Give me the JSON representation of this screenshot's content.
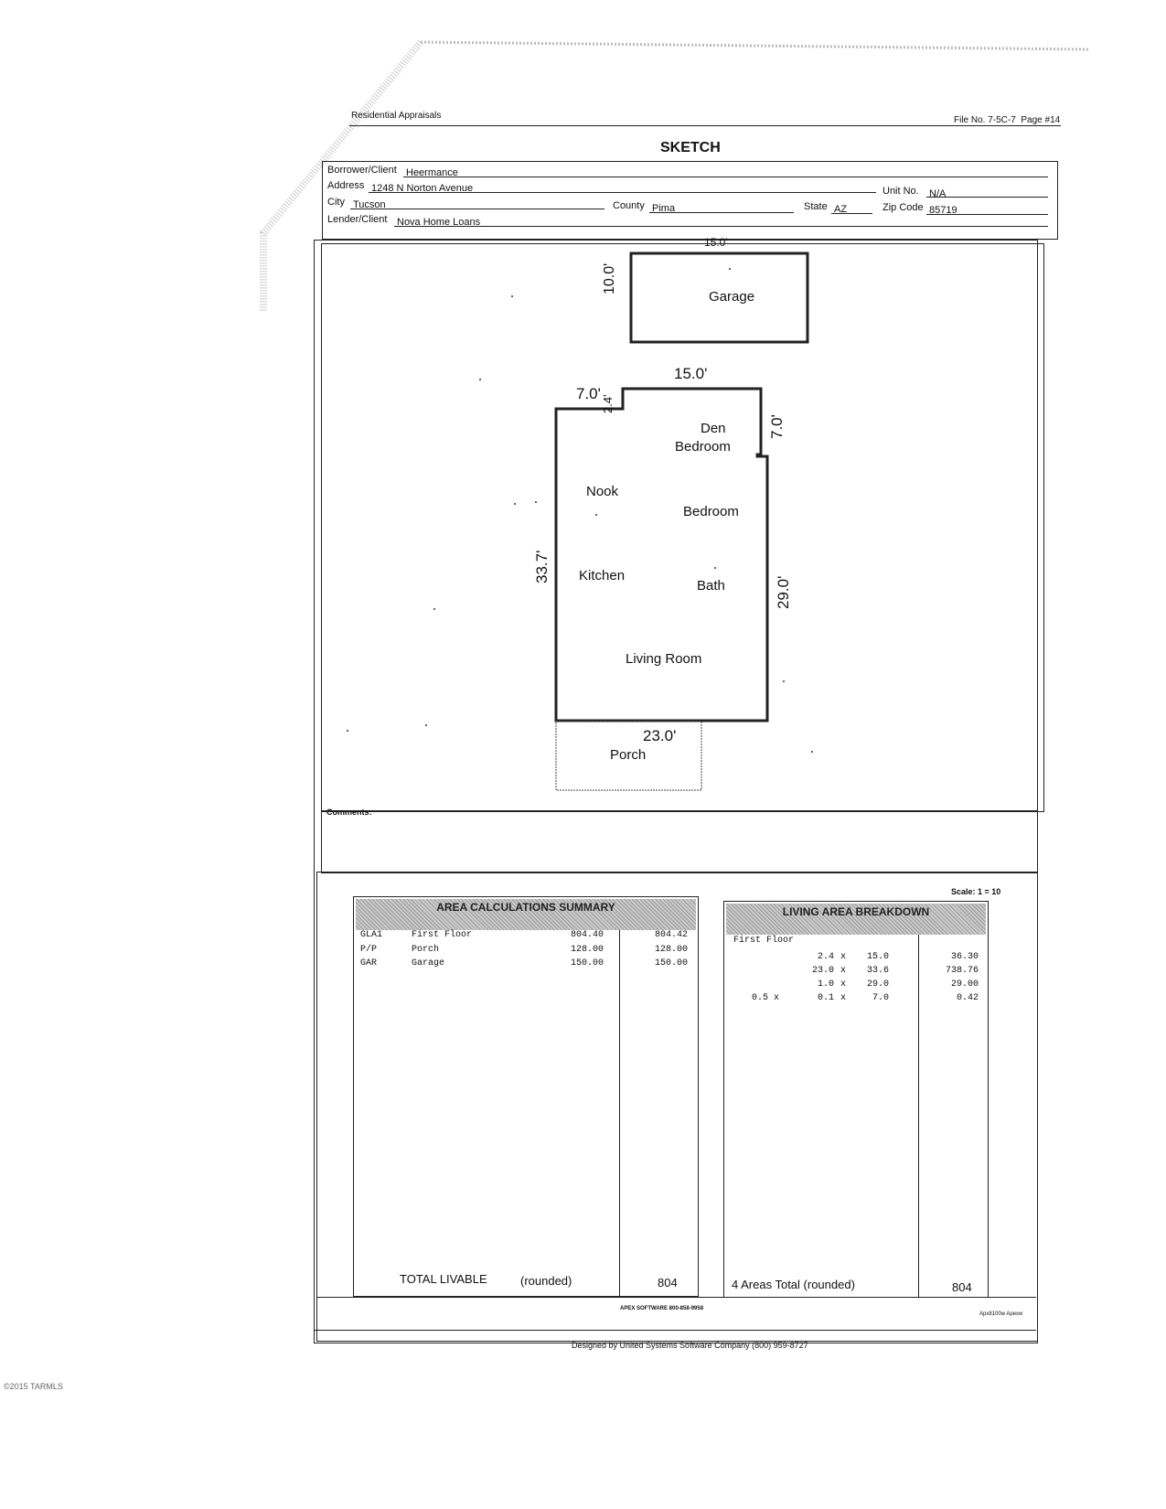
{
  "header": {
    "company": "Residential Appraisals",
    "file_no": "File No. 7-5C-7",
    "page": "Page #14",
    "title": "SKETCH"
  },
  "form": {
    "borrower_label": "Borrower/Client",
    "borrower_value": "Heermance",
    "address_label": "Address",
    "address_value": "1248 N Norton Avenue",
    "unit_label": "Unit No.",
    "unit_value": "N/A",
    "city_label": "City",
    "city_value": "Tucson",
    "county_label": "County",
    "county_value": "Pima",
    "state_label": "State",
    "state_value": "AZ",
    "zip_label": "Zip Code",
    "zip_value": "85719",
    "lender_label": "Lender/Client",
    "lender_value": "Nova Home Loans"
  },
  "sketch": {
    "garage": {
      "label": "Garage",
      "dim_top": "15.0'",
      "dim_side": "10.0'"
    },
    "house": {
      "dim_top": "15.0'",
      "dim_notch_w": "7.0'",
      "dim_notch_h": "2.4'",
      "dim_right_top": "7.0'",
      "dim_left": "33.7'",
      "dim_right": "29.0'",
      "dim_bottom": "23.0'",
      "rooms": {
        "den": "Den",
        "den_bedroom": "Bedroom",
        "nook": "Nook",
        "bedroom": "Bedroom",
        "kitchen": "Kitchen",
        "bath": "Bath",
        "living": "Living Room"
      }
    },
    "porch": {
      "label": "Porch"
    }
  },
  "comments_label": "Comments:",
  "scale": "Scale:  1 = 10",
  "area_summary": {
    "title": "AREA CALCULATIONS SUMMARY",
    "rows": [
      {
        "code": "GLA1",
        "desc": "First Floor",
        "net": "804.40",
        "total": "804.42"
      },
      {
        "code": "P/P",
        "desc": "Porch",
        "net": "128.00",
        "total": "128.00"
      },
      {
        "code": "GAR",
        "desc": "Garage",
        "net": "150.00",
        "total": "150.00"
      }
    ],
    "total_label": "TOTAL LIVABLE",
    "total_rounded": "(rounded)",
    "total_value": "804"
  },
  "living_breakdown": {
    "title": "LIVING AREA BREAKDOWN",
    "section": "First Floor",
    "rows": [
      {
        "a": "",
        "b": "2.4",
        "c": "15.0",
        "val": "36.30"
      },
      {
        "a": "",
        "b": "23.0",
        "c": "33.6",
        "val": "738.76"
      },
      {
        "a": "",
        "b": "1.0",
        "c": "29.0",
        "val": "29.00"
      },
      {
        "a": "0.5 x",
        "b": "0.1",
        "c": "7.0",
        "val": "0.42"
      }
    ],
    "total_label": "4 Areas Total (rounded)",
    "total_value": "804"
  },
  "apex_footer": "APEX SOFTWARE 800-858-9958",
  "apex_right": "Apx8100w Apexw",
  "designed_by": "Designed by United Systems Software Company (800) 959-8727",
  "copyright": "©2015 TARMLS"
}
